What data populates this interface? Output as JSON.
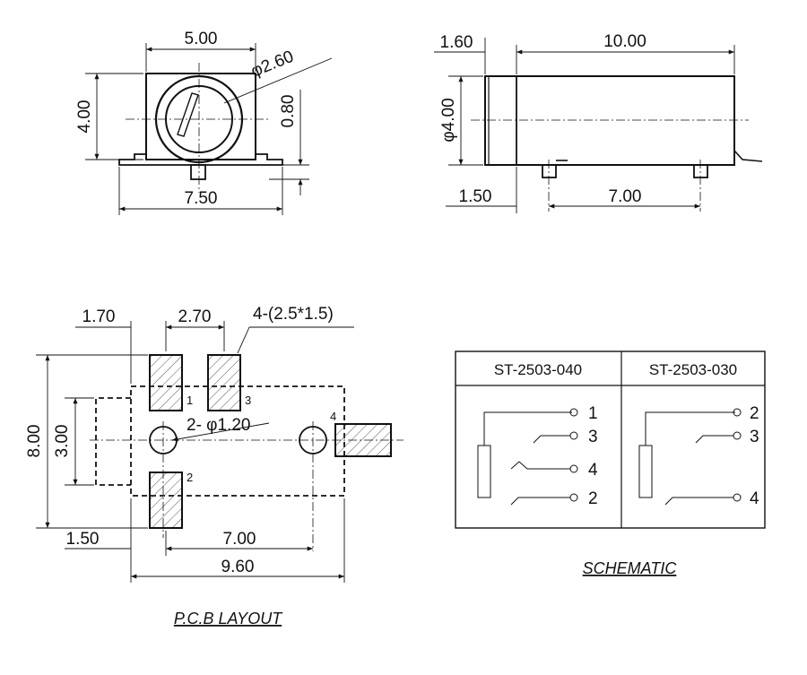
{
  "front_view": {
    "width_dim": "5.00",
    "diameter_dim": "φ2.60",
    "height_dim": "4.00",
    "offset_dim": "0.80",
    "base_width_dim": "7.50"
  },
  "side_view": {
    "cap_dim": "1.60",
    "length_dim": "10.00",
    "diameter_dim": "φ4.00",
    "post_offset_dim": "1.50",
    "post_pitch_dim": "7.00"
  },
  "pcb_layout": {
    "dim_170": "1.70",
    "dim_270": "2.70",
    "pad_note": "4-(2.5*1.5)",
    "hole_note": "2- φ1.20",
    "dim_800": "8.00",
    "dim_300": "3.00",
    "dim_150": "1.50",
    "dim_700": "7.00",
    "dim_960": "9.60",
    "pads": [
      "1",
      "3",
      "2",
      "4"
    ],
    "caption": "P.C.B LAYOUT"
  },
  "schematic": {
    "model_a": "ST-2503-040",
    "model_b": "ST-2503-030",
    "pins_a": [
      "1",
      "3",
      "4",
      "2"
    ],
    "pins_b": [
      "2",
      "3",
      "4"
    ],
    "caption": "SCHEMATIC"
  }
}
